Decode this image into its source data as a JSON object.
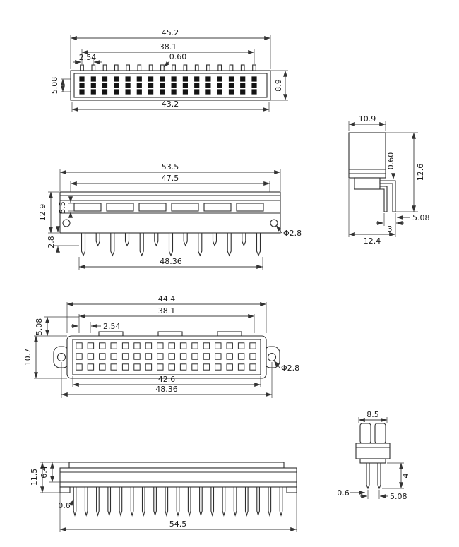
{
  "drawing": {
    "views": {
      "top_male": {
        "cols": 16,
        "rows": 3,
        "dims": {
          "overall": "45.2",
          "span": "38.1",
          "pitch": "2.54",
          "pin_w": "0.60",
          "row_span": "5.08",
          "depth": "8.9",
          "body_w": "43.2"
        }
      },
      "side_angle": {
        "dims": {
          "width": "10.9",
          "height": "12.6",
          "pin_w": "0.60",
          "pin_pitch": "5.08",
          "tail_gap": "3",
          "depth": "12.4"
        }
      },
      "front_male": {
        "slots": 6,
        "pins": 13,
        "dims": {
          "flange": "53.5",
          "body": "47.5",
          "slot_h": "5.5",
          "height": "12.9",
          "pin_len": "2.8",
          "mount_span": "48.36",
          "hole": "Φ2.8"
        }
      },
      "top_female": {
        "cols": 16,
        "rows": 3,
        "dims": {
          "body": "44.4",
          "span": "38.1",
          "pitch": "2.54",
          "row_span": "5.08",
          "depth": "10.7",
          "inner": "42.6",
          "mount_span": "48.36",
          "hole": "Φ2.8"
        }
      },
      "side_female": {
        "pins": 19,
        "dims": {
          "height": "11.5",
          "body_h": "6.4",
          "pin_w": "0.6",
          "length": "54.5"
        }
      },
      "end_small": {
        "dims": {
          "width": "8.5",
          "pin_len": "4",
          "pin_w": "0.6",
          "pin_pitch": "5.08"
        }
      }
    }
  }
}
